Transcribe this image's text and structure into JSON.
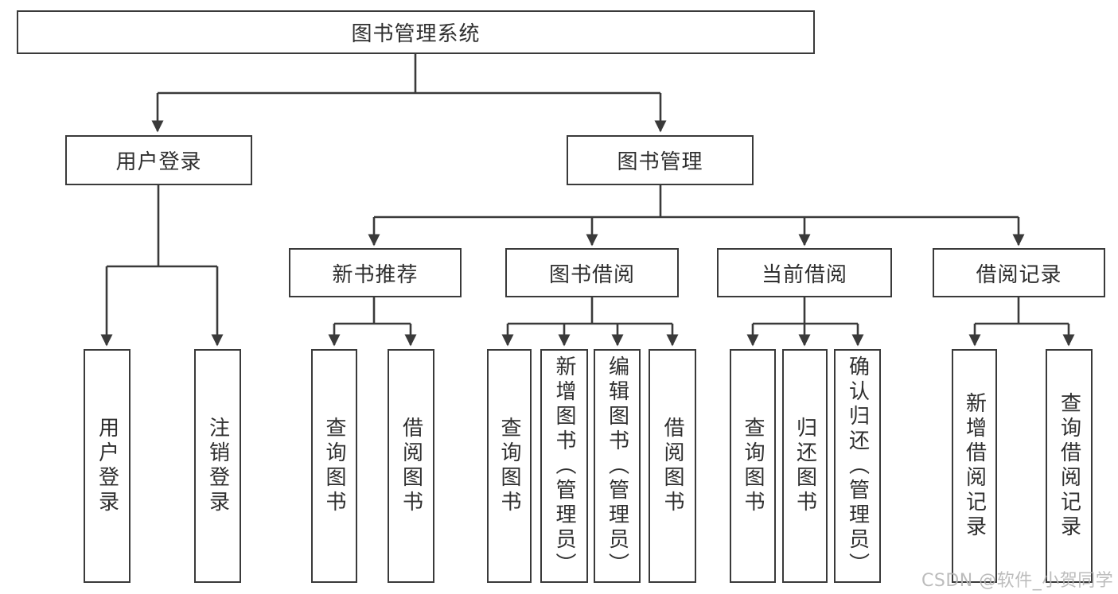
{
  "tree": {
    "label": "图书管理系统",
    "children": [
      {
        "label": "用户登录",
        "children": [
          {
            "label": "用户登录"
          },
          {
            "label": "注销登录"
          }
        ]
      },
      {
        "label": "图书管理",
        "children": [
          {
            "label": "新书推荐",
            "children": [
              {
                "label": "查询图书"
              },
              {
                "label": "借阅图书"
              }
            ]
          },
          {
            "label": "图书借阅",
            "children": [
              {
                "label": "查询图书"
              },
              {
                "label": "新增图书（管理员）"
              },
              {
                "label": "编辑图书（管理员）"
              },
              {
                "label": "借阅图书"
              }
            ]
          },
          {
            "label": "当前借阅",
            "children": [
              {
                "label": "查询图书"
              },
              {
                "label": "归还图书"
              },
              {
                "label": "确认归还（管理员）"
              }
            ]
          },
          {
            "label": "借阅记录",
            "children": [
              {
                "label": "新增借阅记录"
              },
              {
                "label": "查询借阅记录"
              }
            ]
          }
        ]
      }
    ]
  },
  "watermark": "CSDN @软件_小贺同学",
  "colors": {
    "line": "#3a3a3a",
    "box_border": "#3a3a3a",
    "text": "#2f2f2f",
    "background": "#ffffff",
    "watermark": "#b5b5b5"
  }
}
